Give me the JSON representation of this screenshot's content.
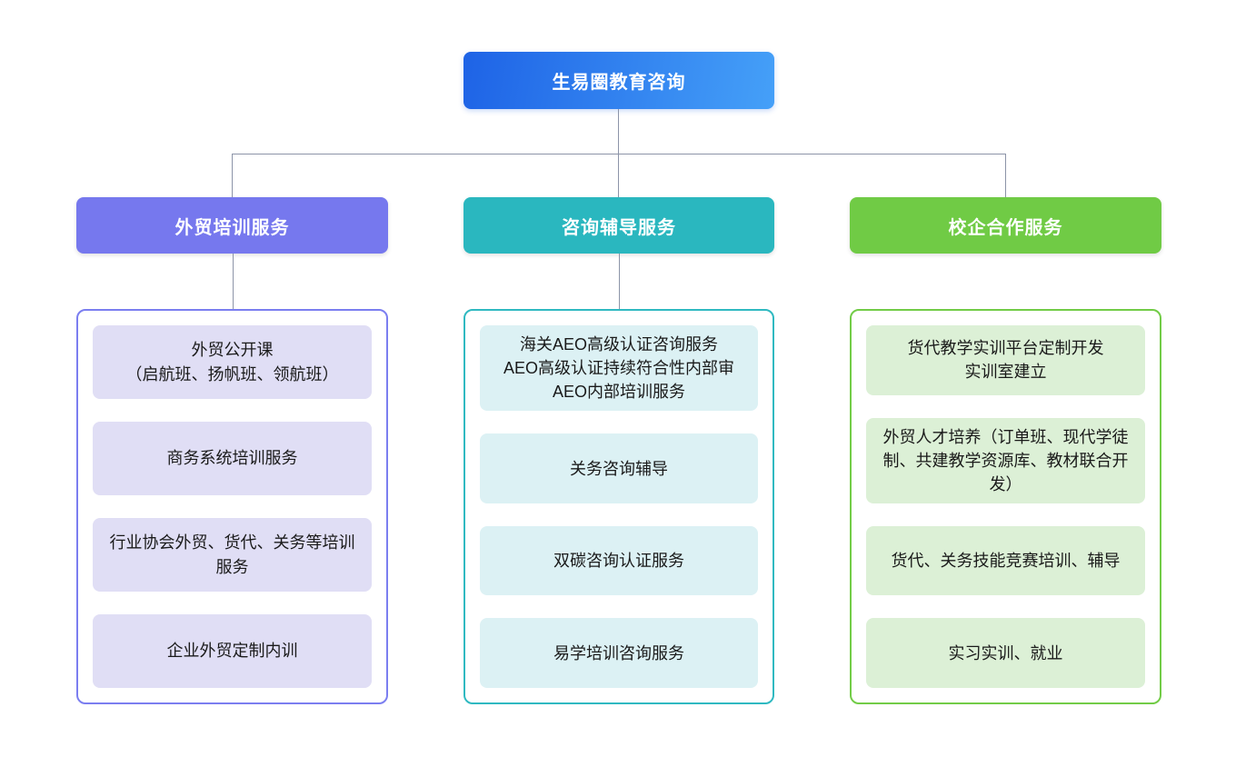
{
  "page": {
    "background": "#ffffff"
  },
  "connector_color": "#8C94A8",
  "item_text_color": "#1A1A1A",
  "root": {
    "label": "生易圈教育咨询",
    "colors": {
      "gradient_from": "#1E63E6",
      "gradient_to": "#45A0F8",
      "text": "#FFFFFF"
    }
  },
  "columns": [
    {
      "label": "外贸培训服务",
      "colors": {
        "header": "#7678EE",
        "border": "#7B7EF0",
        "card_bg": "#E0DEF5",
        "header_text": "#FFFFFF"
      },
      "items": [
        {
          "lines": [
            "外贸公开课",
            "（启航班、扬帆班、领航班）"
          ]
        },
        {
          "lines": [
            "商务系统培训服务"
          ]
        },
        {
          "lines": [
            "行业协会外贸、货代、关务等培训服务"
          ]
        },
        {
          "lines": [
            "企业外贸定制内训"
          ]
        }
      ]
    },
    {
      "label": "咨询辅导服务",
      "colors": {
        "header": "#2AB7BF",
        "border": "#2FB9C1",
        "card_bg": "#DCF1F4",
        "header_text": "#FFFFFF"
      },
      "items": [
        {
          "lines": [
            "海关AEO高级认证咨询服务",
            "AEO高级认证持续符合性内部审",
            "AEO内部培训服务"
          ]
        },
        {
          "lines": [
            "关务咨询辅导"
          ]
        },
        {
          "lines": [
            "双碳咨询认证服务"
          ]
        },
        {
          "lines": [
            "易学培训咨询服务"
          ]
        }
      ]
    },
    {
      "label": "校企合作服务",
      "colors": {
        "header": "#70CB45",
        "border": "#72CC47",
        "card_bg": "#DCF0D6",
        "header_text": "#FFFFFF"
      },
      "items": [
        {
          "lines": [
            "货代教学实训平台定制开发",
            "实训室建立"
          ]
        },
        {
          "lines": [
            "外贸人才培养（订单班、现代学徒制、共建教学资源库、教材联合开发）"
          ]
        },
        {
          "lines": [
            "货代、关务技能竞赛培训、辅导"
          ]
        },
        {
          "lines": [
            "实习实训、就业"
          ]
        }
      ]
    }
  ]
}
